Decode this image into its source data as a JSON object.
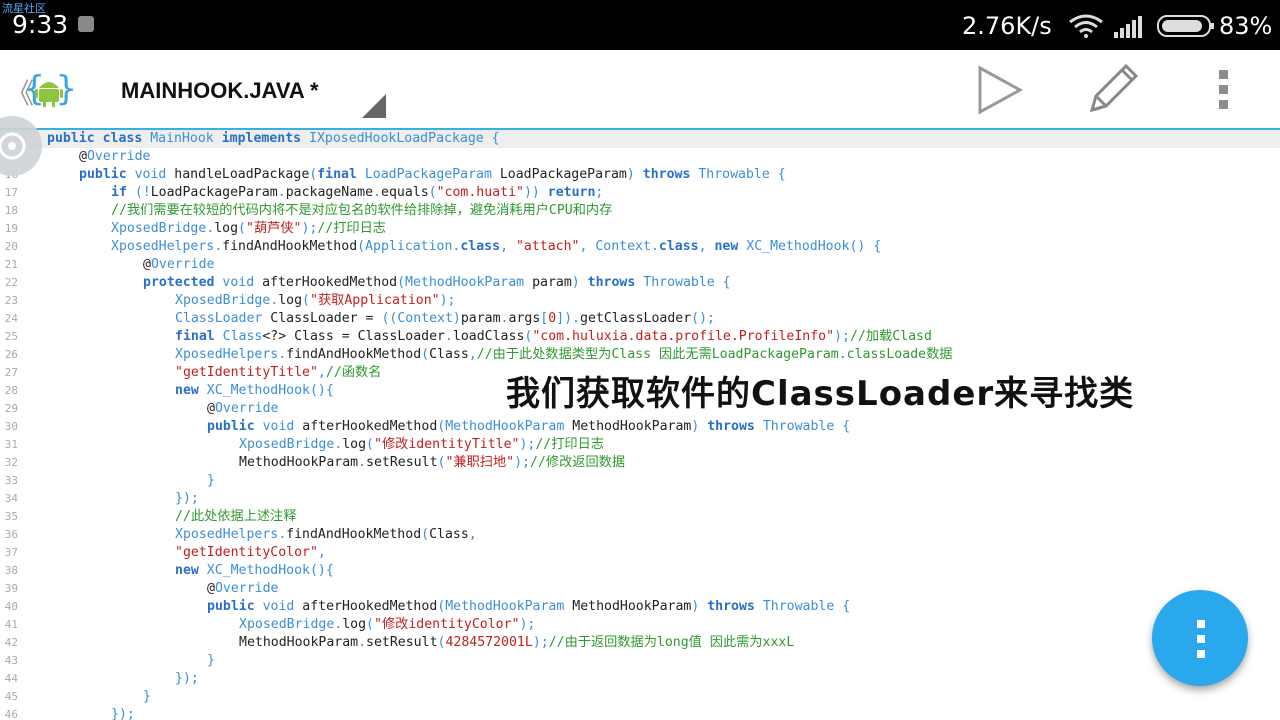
{
  "status_bar": {
    "time": "9:33",
    "watermark": "流星社区",
    "net_speed": "2.76K/s",
    "battery": "83%",
    "icons": [
      "notification-icon",
      "wifi-icon",
      "signal-icon",
      "battery-icon"
    ]
  },
  "toolbar": {
    "title": "MAINHOOK.JAVA *",
    "icons": [
      "back-chevron-icon",
      "android-logo-icon",
      "run-icon",
      "edit-pencil-icon",
      "more-vert-icon"
    ]
  },
  "caption": "我们获取软件的ClassLoader来寻找类",
  "colors": {
    "accent": "#35b1e0",
    "fab": "#2aa8ee",
    "keyword": "#2a6fc9",
    "string": "#c02020",
    "comment": "#2f9a2f"
  },
  "code_lines": [
    {
      "n": "",
      "indent": 0,
      "tokens": [
        [
          "kw",
          "public class "
        ],
        [
          "ty",
          "MainHook "
        ],
        [
          "kw",
          "implements "
        ],
        [
          "ty",
          "IXposedHookLoadPackage {"
        ]
      ]
    },
    {
      "n": "",
      "indent": 2,
      "tokens": [
        [
          "pl",
          "@"
        ],
        [
          "an",
          "Override"
        ]
      ]
    },
    {
      "n": "16",
      "indent": 2,
      "tokens": [
        [
          "kw",
          "public "
        ],
        [
          "ty",
          "void "
        ],
        [
          "pl",
          "handleLoadPackage"
        ],
        [
          "ty",
          "("
        ],
        [
          "kw",
          "final "
        ],
        [
          "ty",
          "LoadPackageParam "
        ],
        [
          "pl",
          "LoadPackageParam"
        ],
        [
          "ty",
          ") "
        ],
        [
          "kw",
          "throws "
        ],
        [
          "ty",
          "Throwable {"
        ]
      ]
    },
    {
      "n": "17",
      "indent": 4,
      "tokens": [
        [
          "kw",
          "if "
        ],
        [
          "ty",
          "(!"
        ],
        [
          "pl",
          "LoadPackageParam"
        ],
        [
          "ty",
          "."
        ],
        [
          "pl",
          "packageName"
        ],
        [
          "ty",
          "."
        ],
        [
          "pl",
          "equals"
        ],
        [
          "ty",
          "("
        ],
        [
          "st",
          "\"com.huati\""
        ],
        [
          "ty",
          ")) "
        ],
        [
          "kw",
          "return"
        ],
        [
          "ty",
          ";"
        ]
      ]
    },
    {
      "n": "18",
      "indent": 4,
      "tokens": [
        [
          "cm",
          "//我们需要在较短的代码内将不是对应包名的软件给排除掉，避免消耗用户CPU和内存"
        ]
      ]
    },
    {
      "n": "19",
      "indent": 4,
      "tokens": [
        [
          "ty",
          "XposedBridge."
        ],
        [
          "pl",
          "log"
        ],
        [
          "ty",
          "("
        ],
        [
          "st",
          "\"葫芦侠\""
        ],
        [
          "ty",
          ");"
        ],
        [
          "cm",
          "//打印日志"
        ]
      ]
    },
    {
      "n": "20",
      "indent": 4,
      "tokens": [
        [
          "ty",
          "XposedHelpers."
        ],
        [
          "pl",
          "findAndHookMethod"
        ],
        [
          "ty",
          "(Application."
        ],
        [
          "kw",
          "class"
        ],
        [
          "ty",
          ", "
        ],
        [
          "st",
          "\"attach\""
        ],
        [
          "ty",
          ", Context."
        ],
        [
          "kw",
          "class"
        ],
        [
          "ty",
          ", "
        ],
        [
          "kw",
          "new "
        ],
        [
          "ty",
          "XC_MethodHook() {"
        ]
      ]
    },
    {
      "n": "21",
      "indent": 6,
      "tokens": [
        [
          "pl",
          "@"
        ],
        [
          "an",
          "Override"
        ]
      ]
    },
    {
      "n": "22",
      "indent": 6,
      "tokens": [
        [
          "kw",
          "protected "
        ],
        [
          "ty",
          "void "
        ],
        [
          "pl",
          "afterHookedMethod"
        ],
        [
          "ty",
          "(MethodHookParam "
        ],
        [
          "pl",
          "param"
        ],
        [
          "ty",
          ") "
        ],
        [
          "kw",
          "throws "
        ],
        [
          "ty",
          "Throwable {"
        ]
      ]
    },
    {
      "n": "23",
      "indent": 8,
      "tokens": [
        [
          "ty",
          "XposedBridge."
        ],
        [
          "pl",
          "log"
        ],
        [
          "ty",
          "("
        ],
        [
          "st",
          "\"获取Application\""
        ],
        [
          "ty",
          ");"
        ]
      ]
    },
    {
      "n": "24",
      "indent": 8,
      "tokens": [
        [
          "ty",
          "ClassLoader "
        ],
        [
          "pl",
          "ClassLoader = "
        ],
        [
          "ty",
          "((Context)"
        ],
        [
          "pl",
          "param"
        ],
        [
          "ty",
          "."
        ],
        [
          "pl",
          "args"
        ],
        [
          "ty",
          "["
        ],
        [
          "st",
          "0"
        ],
        [
          "ty",
          "])."
        ],
        [
          "pl",
          "getClassLoader"
        ],
        [
          "ty",
          "();"
        ]
      ]
    },
    {
      "n": "25",
      "indent": 8,
      "tokens": [
        [
          "kw",
          "final "
        ],
        [
          "ty",
          "Class"
        ],
        [
          "pl",
          "<?> Class = ClassLoader"
        ],
        [
          "ty",
          "."
        ],
        [
          "pl",
          "loadClass"
        ],
        [
          "ty",
          "("
        ],
        [
          "st",
          "\"com.huluxia.data.profile.ProfileInfo\""
        ],
        [
          "ty",
          ");"
        ],
        [
          "cm",
          "//加载Clasd"
        ]
      ]
    },
    {
      "n": "26",
      "indent": 8,
      "tokens": [
        [
          "ty",
          "XposedHelpers."
        ],
        [
          "pl",
          "findAndHookMethod"
        ],
        [
          "ty",
          "("
        ],
        [
          "pl",
          "Class"
        ],
        [
          "ty",
          ","
        ],
        [
          "cm",
          "//由于此处数据类型为Class 因此无需LoadPackageParam.classLoade数据"
        ]
      ]
    },
    {
      "n": "27",
      "indent": 8,
      "tokens": [
        [
          "st",
          "\"getIdentityTitle\""
        ],
        [
          "ty",
          ","
        ],
        [
          "cm",
          "//函数名"
        ]
      ]
    },
    {
      "n": "28",
      "indent": 8,
      "tokens": [
        [
          "kw",
          "new "
        ],
        [
          "ty",
          "XC_MethodHook(){"
        ]
      ]
    },
    {
      "n": "29",
      "indent": 10,
      "tokens": [
        [
          "pl",
          "@"
        ],
        [
          "an",
          "Override"
        ]
      ]
    },
    {
      "n": "30",
      "indent": 10,
      "tokens": [
        [
          "kw",
          "public "
        ],
        [
          "ty",
          "void "
        ],
        [
          "pl",
          "afterHookedMethod"
        ],
        [
          "ty",
          "(MethodHookParam "
        ],
        [
          "pl",
          "MethodHookParam"
        ],
        [
          "ty",
          ") "
        ],
        [
          "kw",
          "throws "
        ],
        [
          "ty",
          "Throwable {"
        ]
      ]
    },
    {
      "n": "31",
      "indent": 12,
      "tokens": [
        [
          "ty",
          "XposedBridge."
        ],
        [
          "pl",
          "log"
        ],
        [
          "ty",
          "("
        ],
        [
          "st",
          "\"修改identityTitle\""
        ],
        [
          "ty",
          ");"
        ],
        [
          "cm",
          "//打印日志"
        ]
      ]
    },
    {
      "n": "32",
      "indent": 12,
      "tokens": [
        [
          "pl",
          "MethodHookParam"
        ],
        [
          "ty",
          "."
        ],
        [
          "pl",
          "setResult"
        ],
        [
          "ty",
          "("
        ],
        [
          "st",
          "\"兼职扫地\""
        ],
        [
          "ty",
          ");"
        ],
        [
          "cm",
          "//修改返回数据"
        ]
      ]
    },
    {
      "n": "33",
      "indent": 10,
      "tokens": [
        [
          "ty",
          "}"
        ]
      ]
    },
    {
      "n": "34",
      "indent": 8,
      "tokens": [
        [
          "ty",
          "});"
        ]
      ]
    },
    {
      "n": "35",
      "indent": 8,
      "tokens": [
        [
          "cm",
          "//此处依据上述注释"
        ]
      ]
    },
    {
      "n": "36",
      "indent": 8,
      "tokens": [
        [
          "ty",
          "XposedHelpers."
        ],
        [
          "pl",
          "findAndHookMethod"
        ],
        [
          "ty",
          "("
        ],
        [
          "pl",
          "Class"
        ],
        [
          "ty",
          ","
        ]
      ]
    },
    {
      "n": "37",
      "indent": 8,
      "tokens": [
        [
          "st",
          "\"getIdentityColor\""
        ],
        [
          "ty",
          ","
        ]
      ]
    },
    {
      "n": "38",
      "indent": 8,
      "tokens": [
        [
          "kw",
          "new "
        ],
        [
          "ty",
          "XC_MethodHook(){"
        ]
      ]
    },
    {
      "n": "39",
      "indent": 10,
      "tokens": [
        [
          "pl",
          "@"
        ],
        [
          "an",
          "Override"
        ]
      ]
    },
    {
      "n": "40",
      "indent": 10,
      "tokens": [
        [
          "kw",
          "public "
        ],
        [
          "ty",
          "void "
        ],
        [
          "pl",
          "afterHookedMethod"
        ],
        [
          "ty",
          "(MethodHookParam "
        ],
        [
          "pl",
          "MethodHookParam"
        ],
        [
          "ty",
          ") "
        ],
        [
          "kw",
          "throws "
        ],
        [
          "ty",
          "Throwable {"
        ]
      ]
    },
    {
      "n": "41",
      "indent": 12,
      "tokens": [
        [
          "ty",
          "XposedBridge."
        ],
        [
          "pl",
          "log"
        ],
        [
          "ty",
          "("
        ],
        [
          "st",
          "\"修改identityColor\""
        ],
        [
          "ty",
          ");"
        ]
      ]
    },
    {
      "n": "42",
      "indent": 12,
      "tokens": [
        [
          "pl",
          "MethodHookParam"
        ],
        [
          "ty",
          "."
        ],
        [
          "pl",
          "setResult"
        ],
        [
          "ty",
          "("
        ],
        [
          "st",
          "4284572001L"
        ],
        [
          "ty",
          ");"
        ],
        [
          "cm",
          "//由于返回数据为long值 因此需为xxxL"
        ]
      ]
    },
    {
      "n": "43",
      "indent": 10,
      "tokens": [
        [
          "ty",
          "}"
        ]
      ]
    },
    {
      "n": "44",
      "indent": 8,
      "tokens": [
        [
          "ty",
          "});"
        ]
      ]
    },
    {
      "n": "45",
      "indent": 6,
      "tokens": [
        [
          "ty",
          "}"
        ]
      ]
    },
    {
      "n": "46",
      "indent": 4,
      "tokens": [
        [
          "ty",
          "});"
        ]
      ]
    }
  ]
}
